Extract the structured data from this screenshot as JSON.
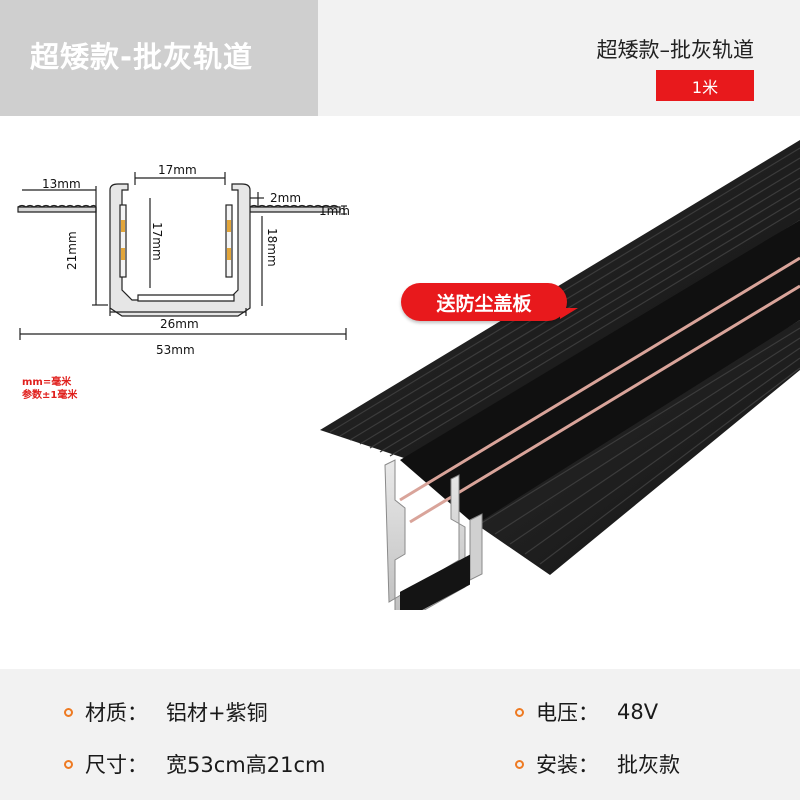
{
  "header": {
    "title": "超矮款-批灰轨道",
    "subtitle": "超矮款–批灰轨道",
    "length_badge": "1米"
  },
  "diagram": {
    "dims": {
      "d13": "13mm",
      "d17_top": "17mm",
      "d2": "2mm",
      "d1": "1mm",
      "d21": "21mm",
      "d17_inner": "17mm",
      "d18": "18mm",
      "d26": "26mm",
      "d53": "53mm"
    },
    "unit_note": "mm=毫米",
    "tolerance_note": "参数±1毫米"
  },
  "product": {
    "callout": "送防尘盖板"
  },
  "specs": [
    {
      "label": "材质：",
      "value": "铝材+紫铜"
    },
    {
      "label": "电压：",
      "value": "48V"
    },
    {
      "label": "尺寸：",
      "value": "宽53cm高21cm"
    },
    {
      "label": "安装：",
      "value": "批灰款"
    }
  ],
  "colors": {
    "accent_red": "#e8191c",
    "bullet_orange": "#ee7a22",
    "track_black": "#1e1e1e"
  }
}
